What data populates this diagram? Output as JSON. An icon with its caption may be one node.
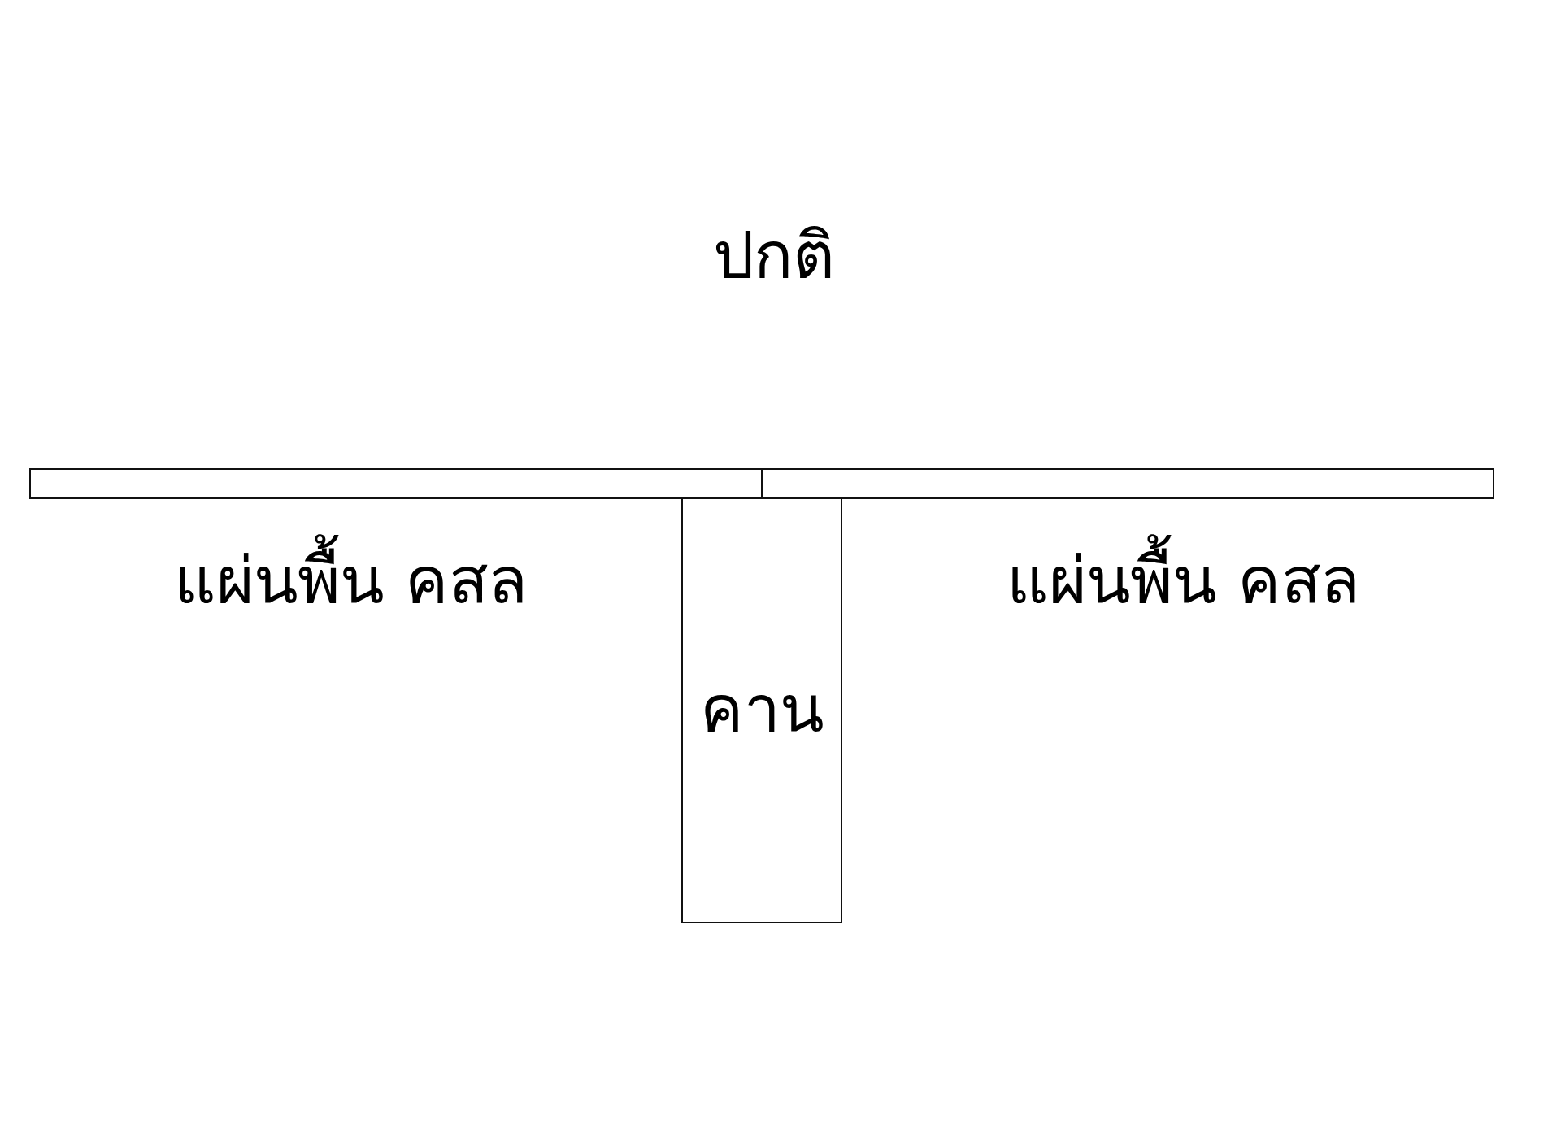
{
  "diagram": {
    "title": "ปกติ",
    "nodes": [
      {
        "text": [],
        "shape": "bar",
        "beside": [
          "แผ่นพื้น คสล"
        ]
      },
      {
        "text": [],
        "shape": "bar",
        "beside": [
          "แผ่นพื้น คสล"
        ]
      },
      {
        "text": [
          "คาน"
        ]
      }
    ],
    "edges": []
  }
}
